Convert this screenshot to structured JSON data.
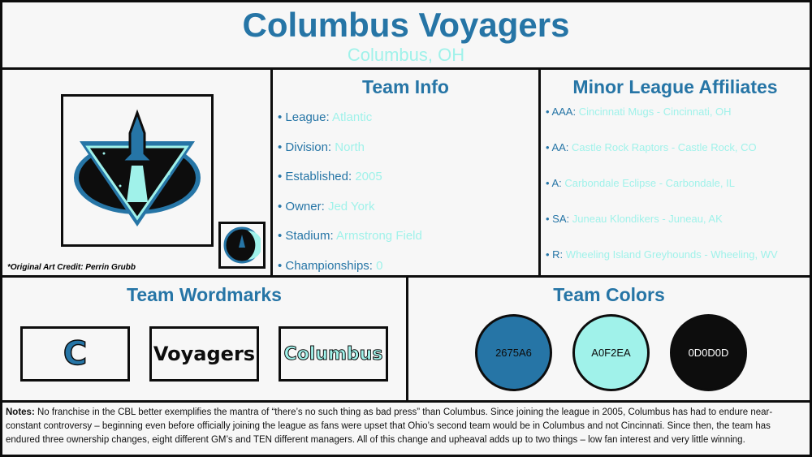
{
  "header": {
    "title": "Columbus Voyagers",
    "location": "Columbus, OH"
  },
  "logo": {
    "credit": "*Original Art Credit: Perrin Grubb"
  },
  "team_info": {
    "title": "Team Info",
    "items": [
      {
        "label": "League:",
        "value": "Atlantic"
      },
      {
        "label": "Division:",
        "value": "North"
      },
      {
        "label": "Established:",
        "value": "2005"
      },
      {
        "label": "Owner:",
        "value": "Jed York"
      },
      {
        "label": "Stadium:",
        "value": "Armstrong Field"
      },
      {
        "label": "Championships:",
        "value": "0"
      }
    ]
  },
  "affiliates": {
    "title": "Minor League Affiliates",
    "items": [
      {
        "label": "AAA:",
        "value": "Cincinnati Mugs - Cincinnati, OH"
      },
      {
        "label": "AA:",
        "value": "Castle Rock Raptors - Castle Rock, CO"
      },
      {
        "label": "A:",
        "value": "Carbondale Eclipse - Carbondale, IL"
      },
      {
        "label": "SA:",
        "value": "Juneau Klondikers - Juneau, AK"
      },
      {
        "label": "R:",
        "value": "Wheeling Island Greyhounds - Wheeling, WV"
      }
    ]
  },
  "wordmarks": {
    "title": "Team Wordmarks",
    "items": [
      "C",
      "Voyagers",
      "Columbus"
    ]
  },
  "colors": {
    "title": "Team Colors",
    "items": [
      {
        "hex": "2675A6",
        "bg": "#2675A6",
        "fg": "#0d0d0d"
      },
      {
        "hex": "A0F2EA",
        "bg": "#A0F2EA",
        "fg": "#0d0d0d"
      },
      {
        "hex": "0D0D0D",
        "bg": "#0D0D0D",
        "fg": "#ffffff"
      }
    ]
  },
  "notes": {
    "label": "Notes:",
    "text": "No franchise in the CBL better exemplifies the mantra of “there’s no such thing as bad press” than Columbus. Since joining the league in 2005, Columbus has had to endure near-constant controversy – beginning even before officially joining the league as fans were upset that Ohio’s second team would be in Columbus and not Cincinnati. Since then, the team has endured three ownership changes, eight different GM’s and TEN different managers. All of this change and upheaval adds up to two things – low fan interest and very little winning."
  }
}
